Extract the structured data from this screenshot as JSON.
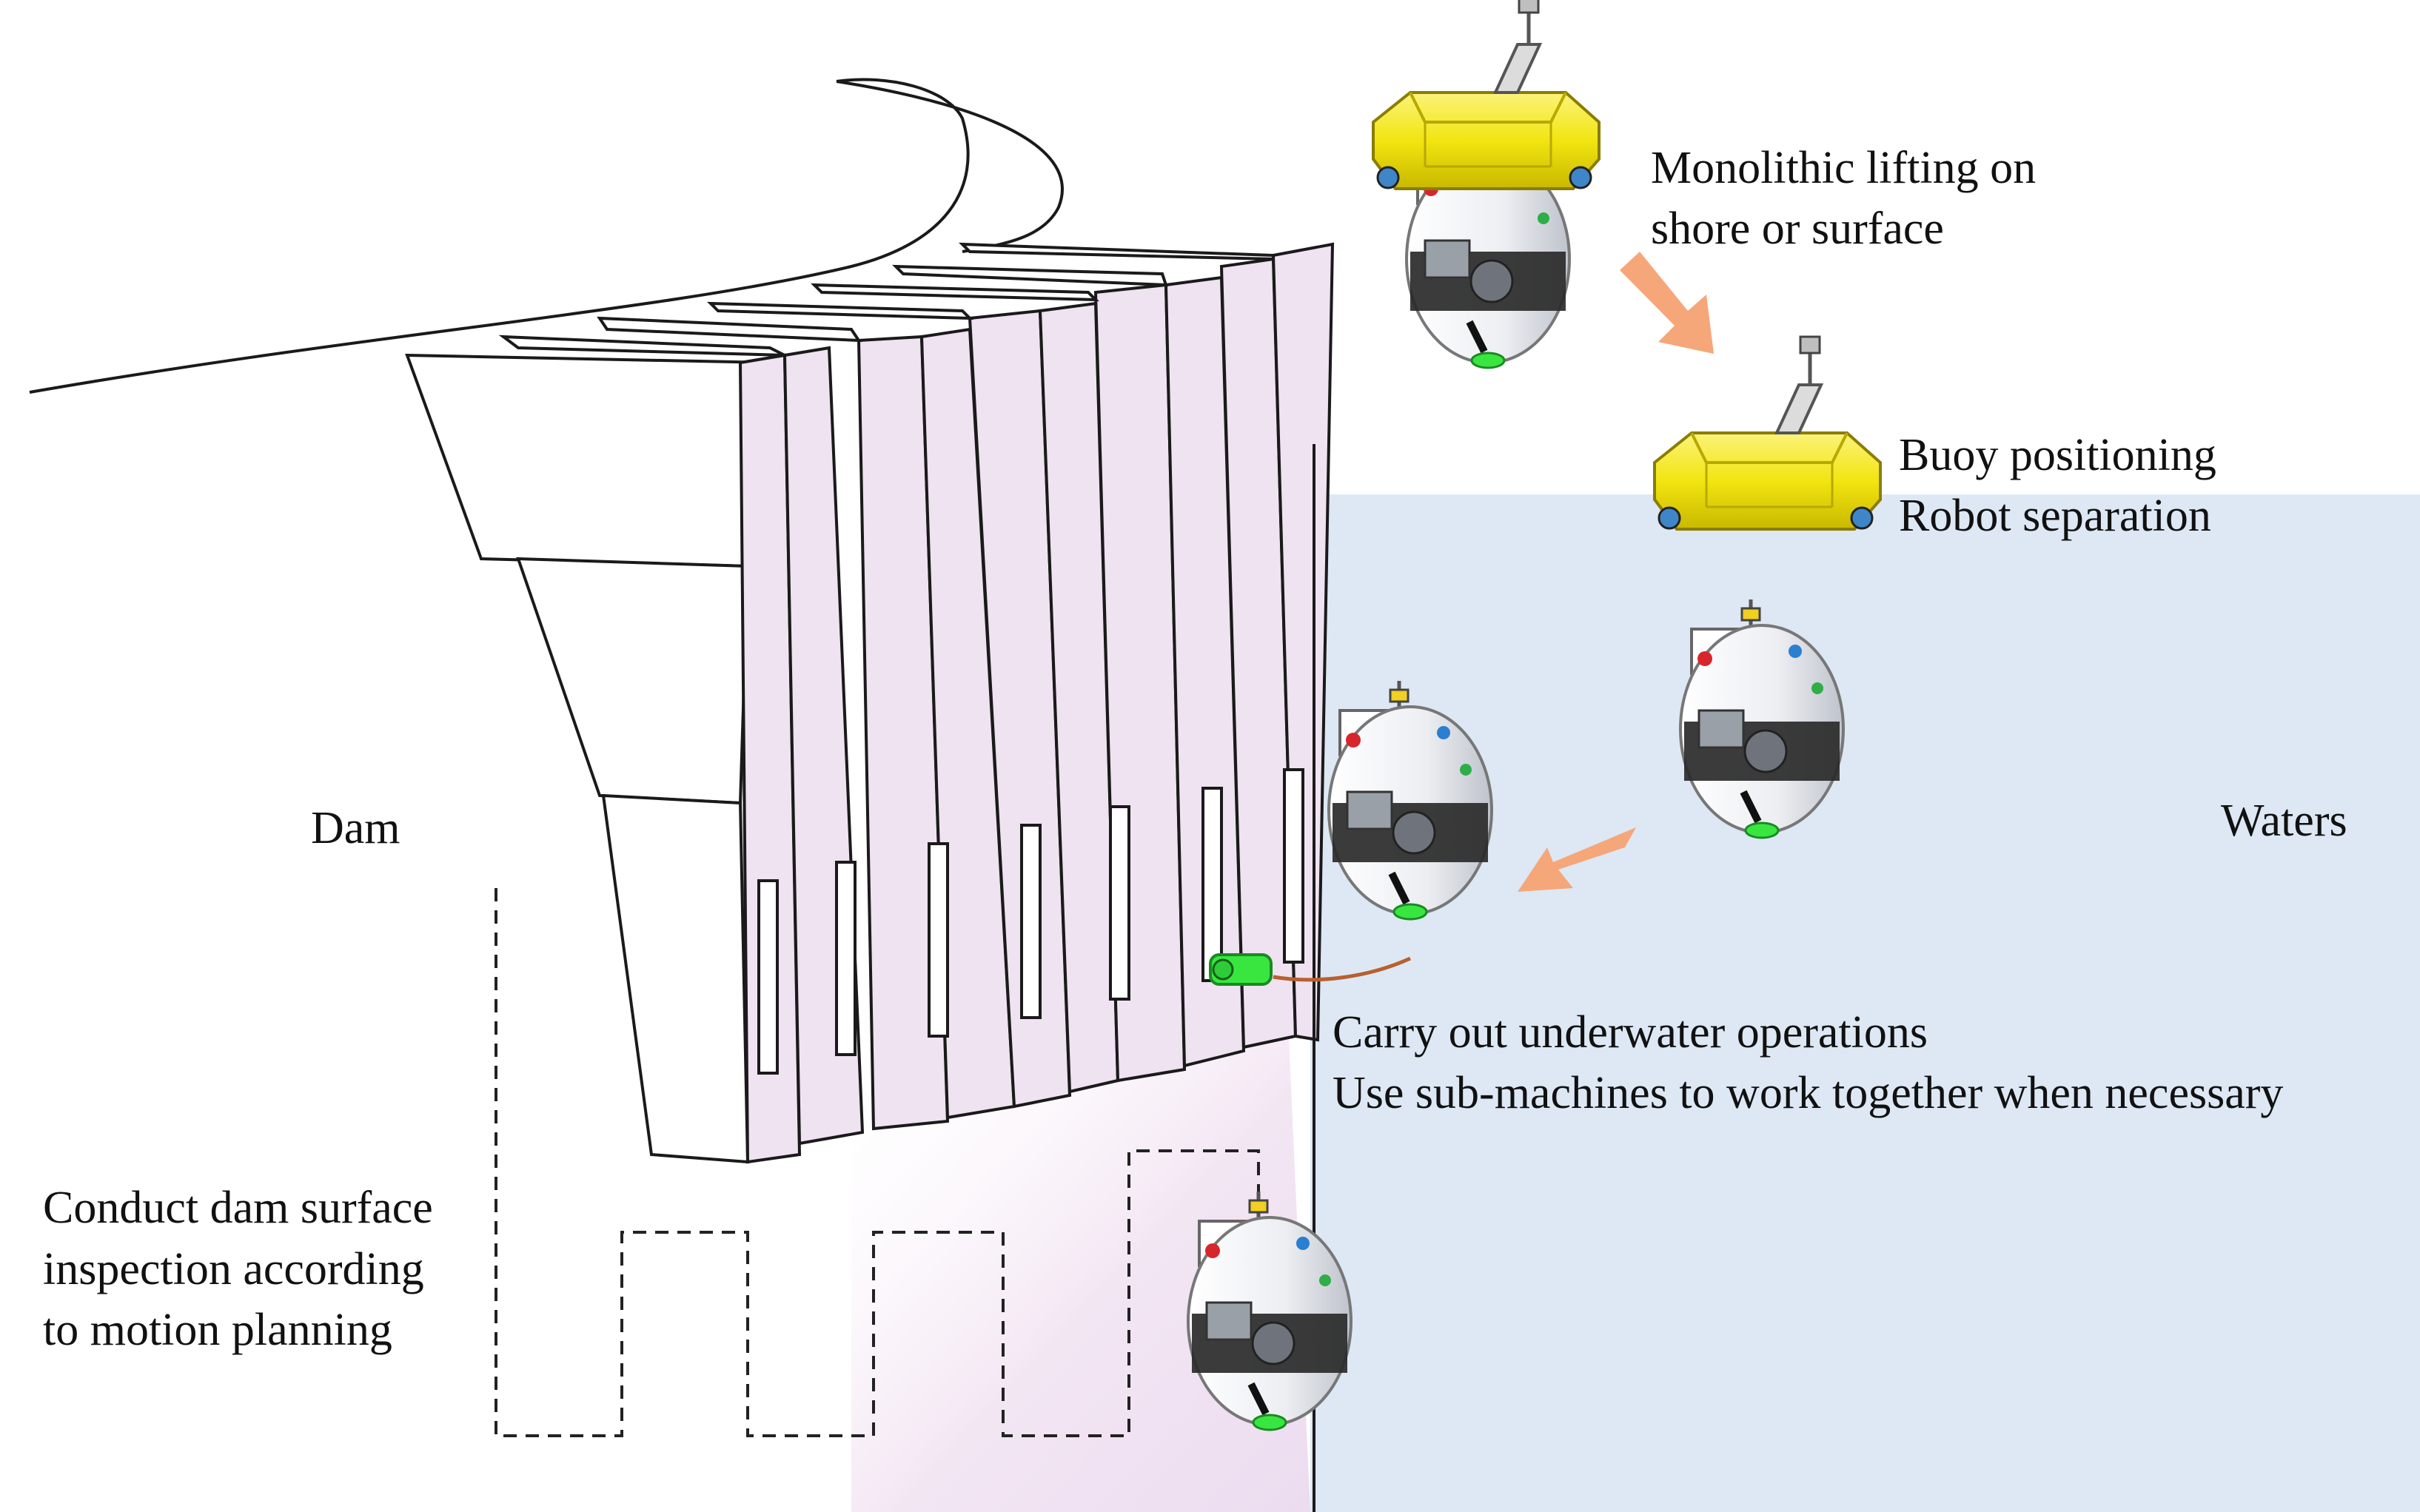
{
  "labels": {
    "lifting_line1": "Monolithic lifting on",
    "lifting_line2": "shore or surface",
    "buoy_line1": "Buoy positioning",
    "buoy_line2": "Robot separation",
    "dam": "Dam",
    "waters": "Waters",
    "operations_line1": "Carry out underwater operations",
    "operations_line2": "Use sub-machines to work together when necessary",
    "inspection_line1": "Conduct dam surface",
    "inspection_line2": "inspection according",
    "inspection_line3": "to motion planning"
  },
  "colors": {
    "water": "#dde8f4",
    "dam_face": "#efe2f1",
    "buoy": "#f5ea12",
    "arrow": "#f5a77a",
    "robot_body": "#f4f4f6",
    "robot_band": "#222222",
    "sub_machine": "#39e640",
    "tether": "#b8602e",
    "line": "#1a1a1a"
  },
  "icons": {
    "robot": "underwater-robot-icon",
    "buoy": "buoy-icon",
    "sub_machine": "sub-machine-icon",
    "arrow": "process-arrow-icon"
  }
}
